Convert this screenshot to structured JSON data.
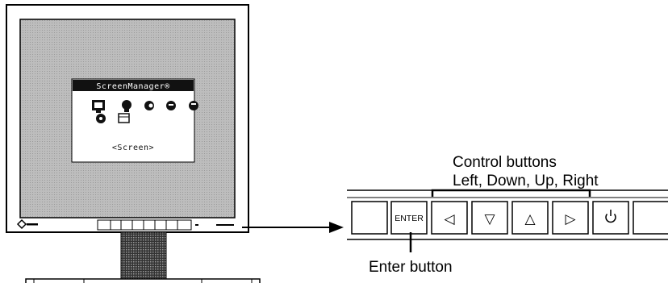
{
  "osd": {
    "title": "ScreenManager®",
    "caption": "<Screen>",
    "icon_names": [
      "screen-icon",
      "color-icon",
      "sound-icon",
      "powermanager-icon",
      "others-icon",
      "information-icon",
      "exit-icon"
    ]
  },
  "callouts": {
    "control_title": "Control buttons",
    "control_subtitle": "Left, Down, Up, Right",
    "enter_label": "Enter button"
  },
  "panel": {
    "enter_label": "ENTER",
    "left_symbol": "◁",
    "down_symbol": "▽",
    "up_symbol": "△",
    "right_symbol": "▷",
    "power_symbol": "⏻"
  },
  "colors": {
    "osd_background": "#111111",
    "osd_text": "#ffffff",
    "screen_gray": "#c8c8c8"
  }
}
